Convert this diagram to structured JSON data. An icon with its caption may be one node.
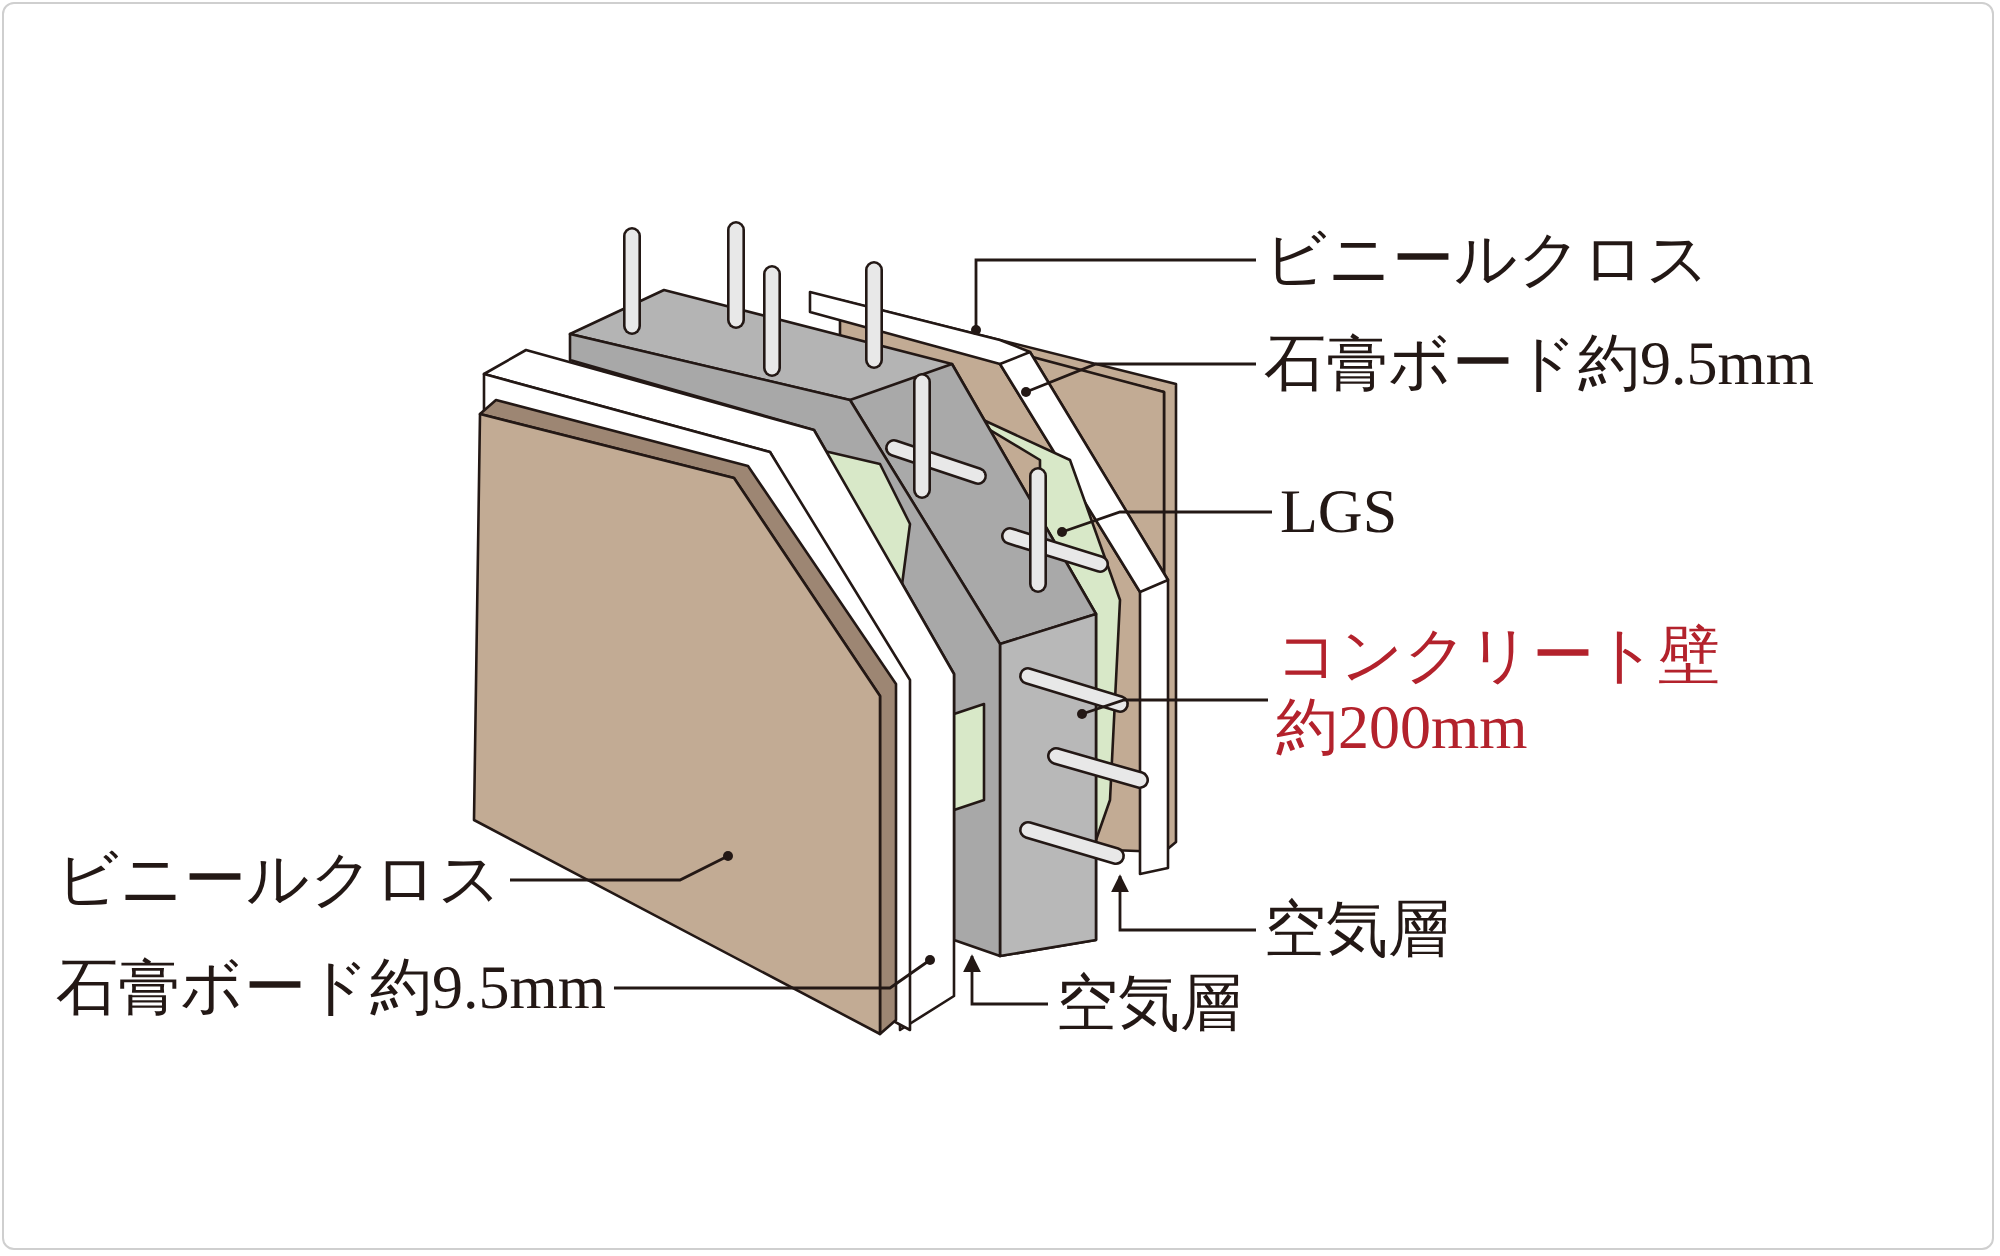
{
  "diagram": {
    "nodes": [
      {
        "text": [
          "ビニールクロス"
        ]
      },
      {
        "text": [
          "石膏ボード約9.5mm"
        ]
      },
      {
        "text": [
          "LGS"
        ]
      },
      {
        "text": [
          "コンクリート壁",
          "約200mm"
        ]
      },
      {
        "text": [
          "ビニールクロス"
        ]
      },
      {
        "text": [
          "空気層"
        ]
      },
      {
        "text": [
          "石膏ボード約9.5mm"
        ]
      },
      {
        "text": [
          "空気層"
        ]
      }
    ],
    "edges": [
      {
        "from": 0,
        "to": null,
        "arrow": "other"
      },
      {
        "from": 1,
        "to": null,
        "arrow": "other"
      },
      {
        "from": 2,
        "to": null,
        "arrow": "other"
      },
      {
        "from": 3,
        "to": null,
        "arrow": "other"
      },
      {
        "from": 4,
        "to": null,
        "arrow": "other"
      },
      {
        "from": 5,
        "to": null,
        "arrow": "to"
      },
      {
        "from": 6,
        "to": null,
        "arrow": "other"
      },
      {
        "from": 7,
        "to": null,
        "arrow": "to"
      }
    ]
  }
}
